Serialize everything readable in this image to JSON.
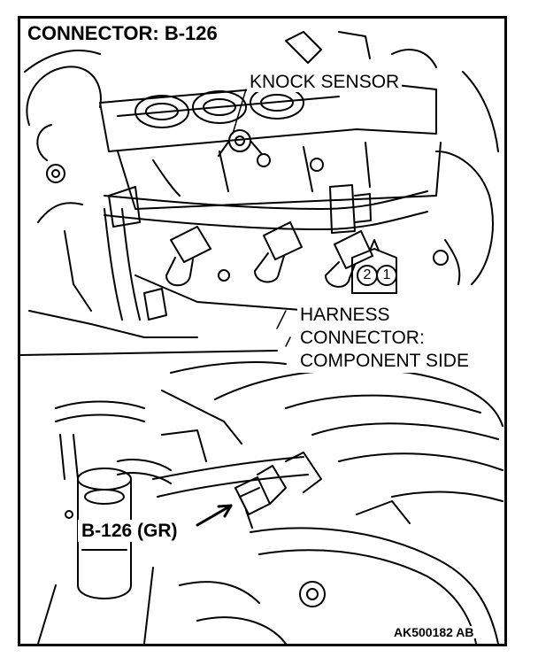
{
  "title": "CONNECTOR: B-126",
  "labels": {
    "knock_sensor": "KNOCK SENSOR",
    "harness_line1": "HARNESS",
    "harness_line2": "CONNECTOR:",
    "harness_line3": "COMPONENT SIDE",
    "connector_callout": "B-126 (GR)"
  },
  "connector_pins": [
    "2",
    "1"
  ],
  "figure_id": "AK500182 AB"
}
